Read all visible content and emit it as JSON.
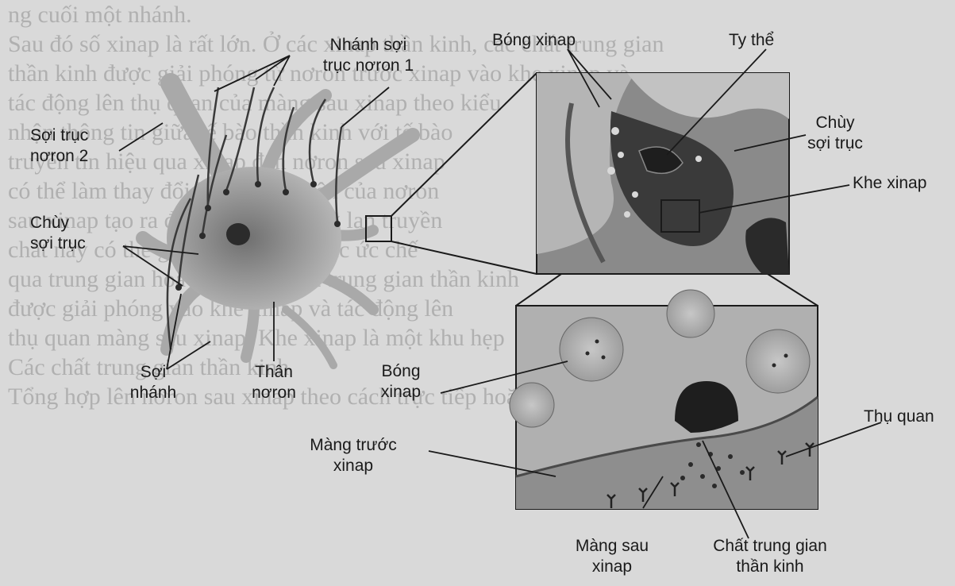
{
  "background_text": [
    "ng cuối một nhánh.",
    "Sau đó số xinap là rất lớn. Ở các xinap thần kinh, các chất trung gian",
    "thần kinh được giải phóng từ nơron trước xinap vào khe xinap và",
    "tác động lên thụ quan của màng sau xinap theo kiểu",
    "nhận thông tin giữa tế bào thần kinh với tế bào",
    "truyền tín hiệu qua xinap đến nơron sau xinap",
    "có thể làm thay đổi hoạt động điện của nơron",
    "sau xinap tạo ra điện thế hoạt động lan truyền",
    "chất này có thể gây hưng phấn hoặc ức chế",
    "qua trung gian hoá học. Các chất trung gian thần kinh",
    "được giải phóng vào khe xinap và tác động lên",
    "thụ quan màng sau xinap. Khe xinap là một khu hẹp",
    "Các chất trung gian thần kinh",
    "Tổng hợp lên nơron sau xinap theo cách trực tiếp hoặc gián tiếp."
  ],
  "labels": {
    "branch_axon_1": [
      "Nhánh sợi",
      "trục nơron 1"
    ],
    "axon_2": [
      "Sợi trục",
      "nơron 2"
    ],
    "axon_terminal_left": [
      "Chùy",
      "sợi trục"
    ],
    "dendrite": [
      "Sợi",
      "nhánh"
    ],
    "cell_body": [
      "Thân",
      "nơron"
    ],
    "vesicle_top": [
      "Bóng xinap"
    ],
    "mitochondria": [
      "Ty thể"
    ],
    "axon_terminal_right": [
      "Chùy",
      "sợi trục"
    ],
    "synaptic_cleft": [
      "Khe xinap"
    ],
    "vesicle_mid": [
      "Bóng",
      "xinap"
    ],
    "presynaptic_membrane": [
      "Màng trước",
      "xinap"
    ],
    "receptor": [
      "Thụ quan"
    ],
    "postsynaptic_membrane": [
      "Màng sau",
      "xinap"
    ],
    "neurotransmitter": [
      "Chất trung gian",
      "thần kinh"
    ]
  }
}
